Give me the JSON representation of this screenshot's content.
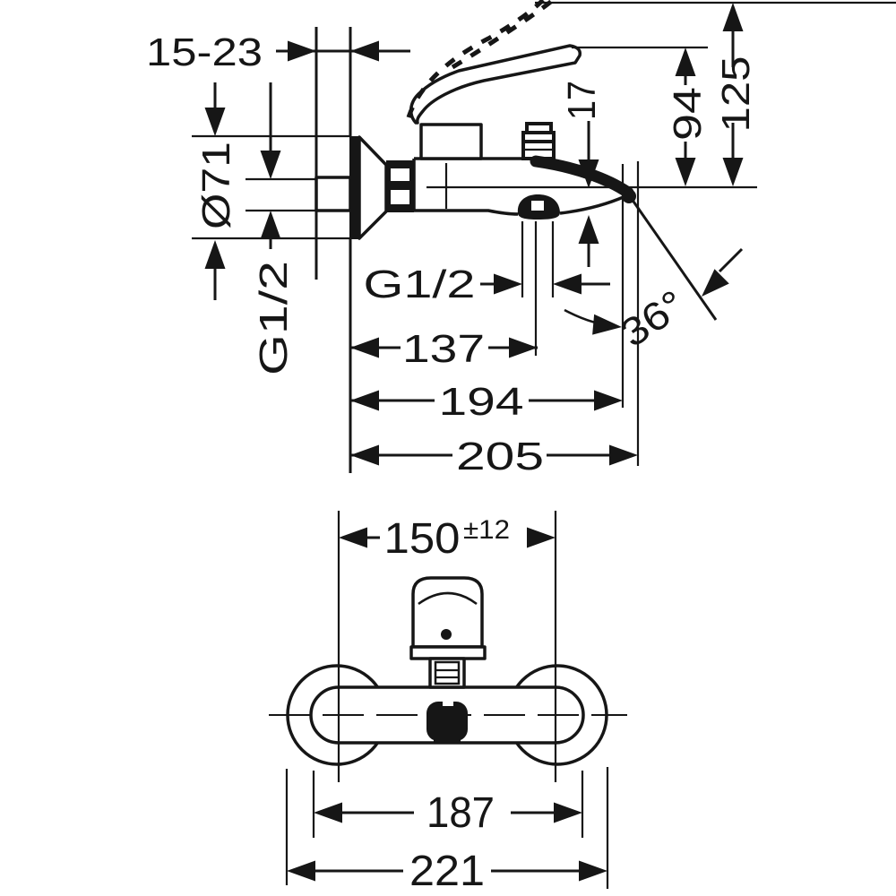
{
  "colors": {
    "background": "#ffffff",
    "line": "#161616"
  },
  "side_view": {
    "wall_depth_range": "15-23",
    "escutcheon_diameter": "Ø71",
    "inlet_thread": "G1/2",
    "shower_outlet_thread": "G1/2",
    "wall_to_shower_outlet": "137",
    "wall_to_spout_end": "194",
    "spout_reach": "205",
    "outlet_offset": "17",
    "centerline_to_handle": "94",
    "centerline_to_handle_raised": "125",
    "spout_angle": "36°"
  },
  "front_view": {
    "connection_center_distance": "150",
    "connection_tolerance": "±12",
    "body_length": "187",
    "overall_width": "221"
  }
}
